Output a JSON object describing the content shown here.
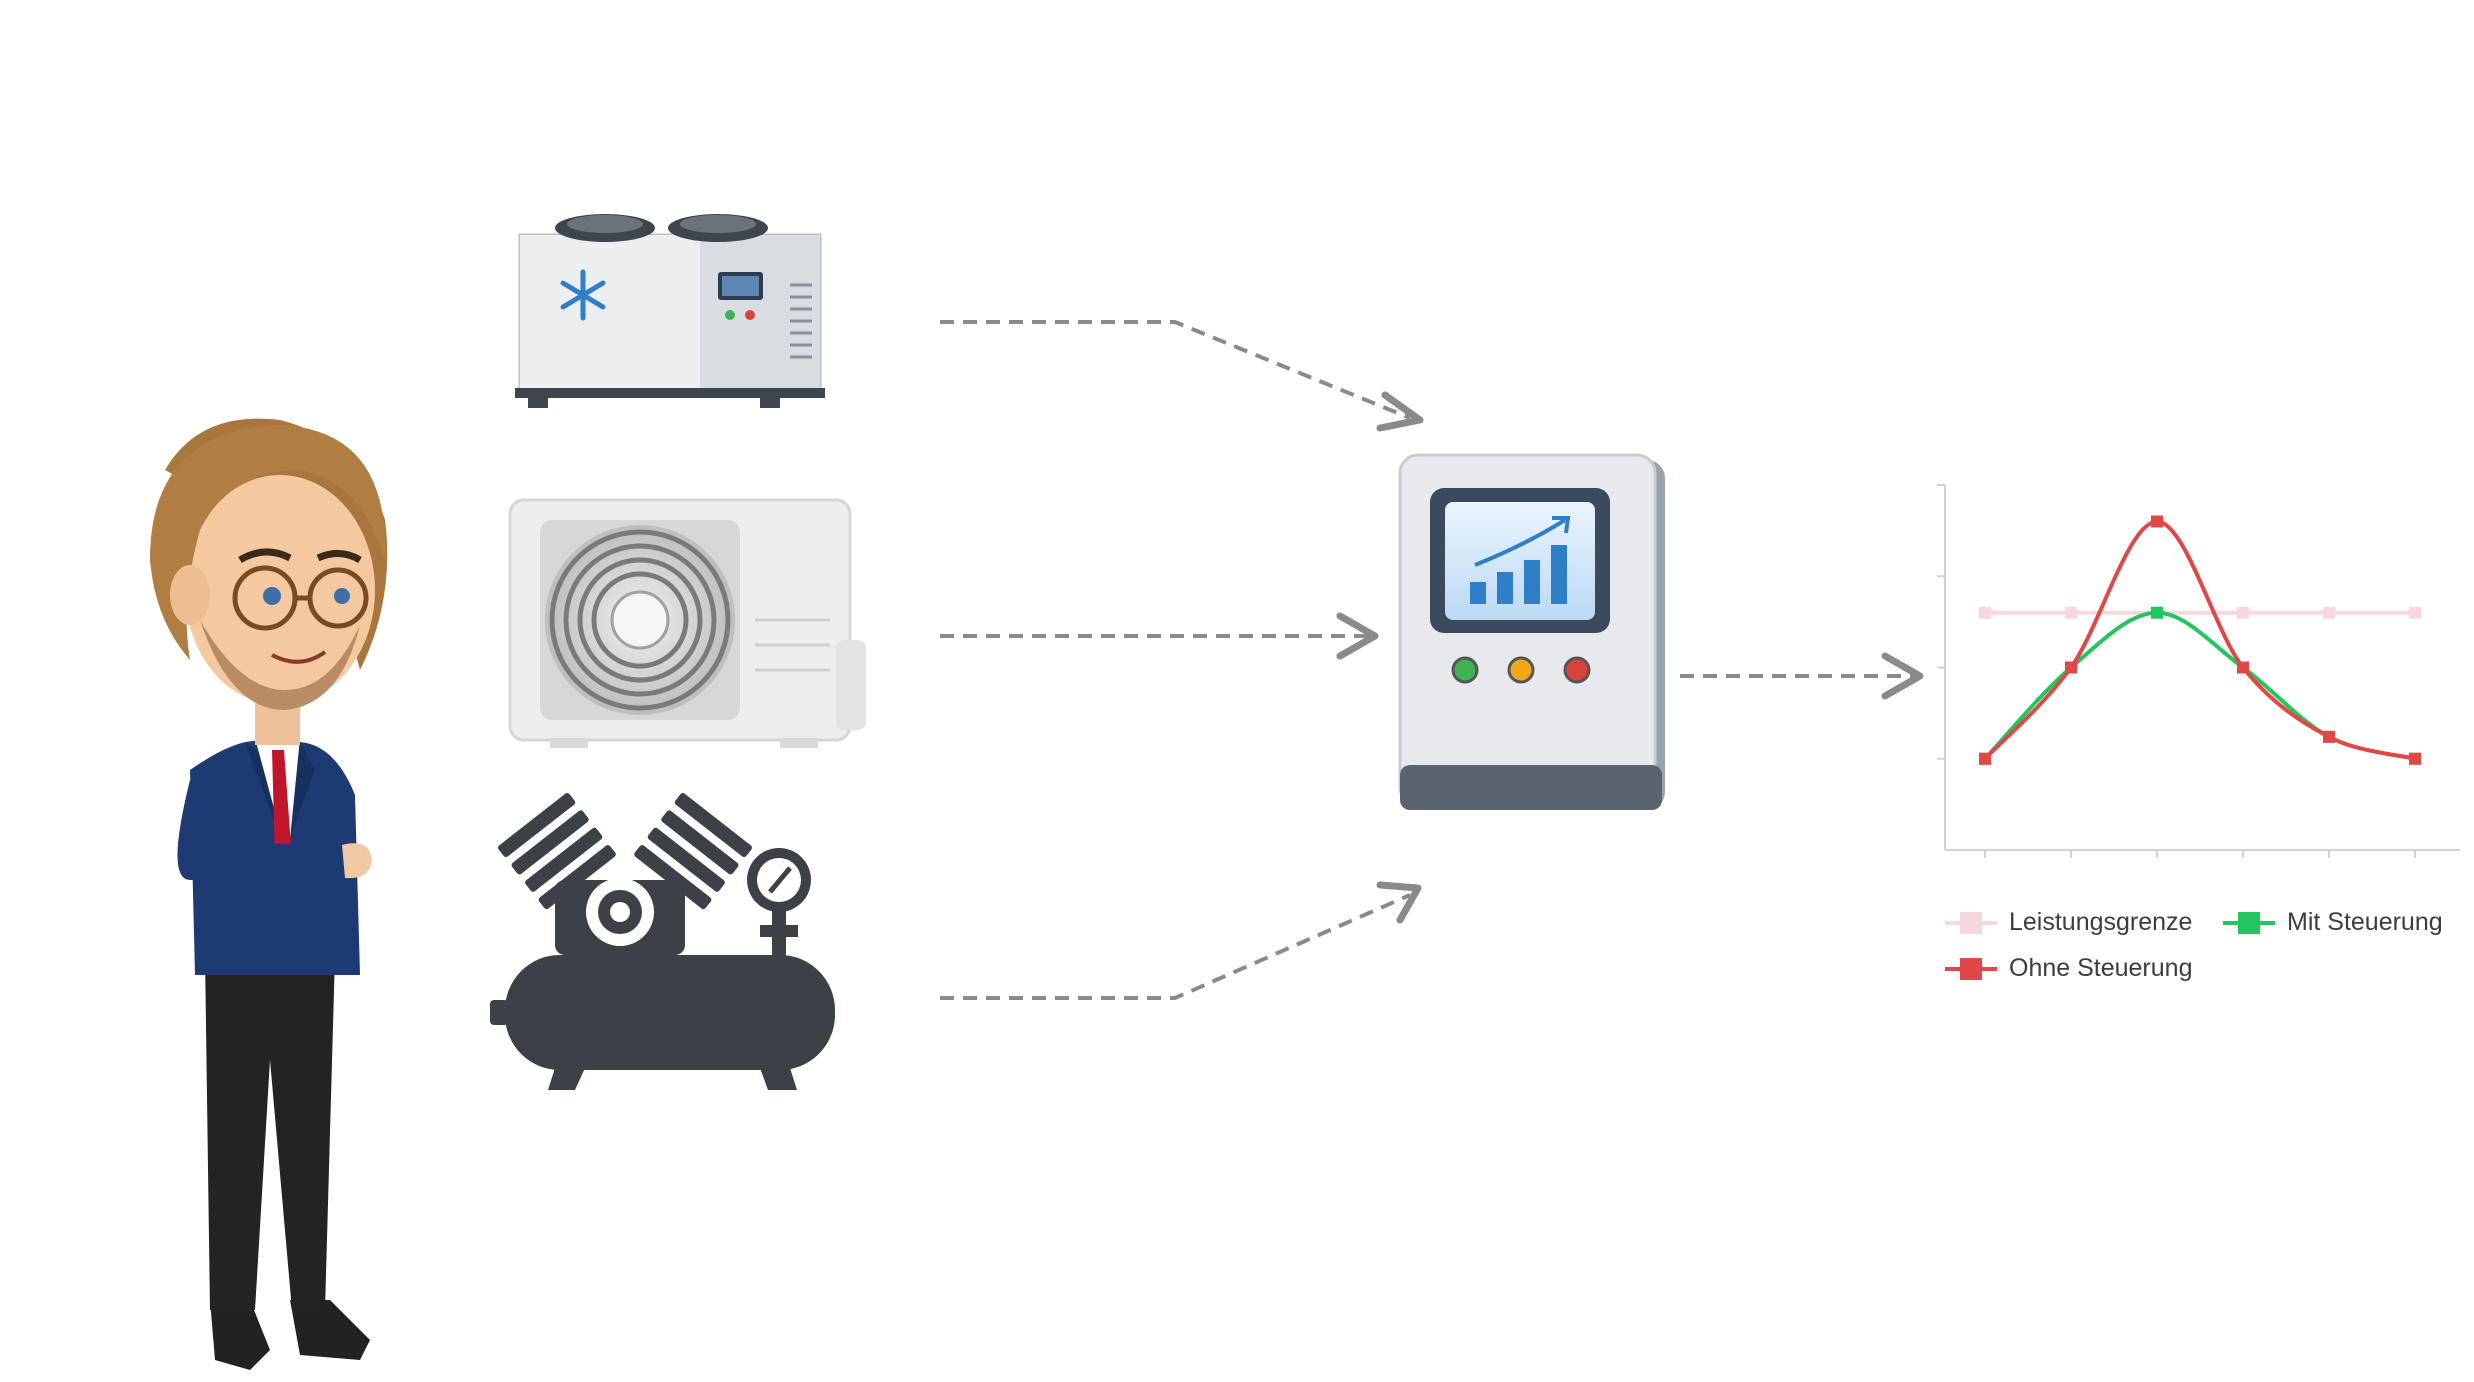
{
  "colors": {
    "arrow": "#8a8a8a",
    "limit": "#f7d6de",
    "with_control": "#22c55e",
    "without_control": "#e04848",
    "axis": "#d0d0d0"
  },
  "icons": [
    "presenter-character",
    "refrigeration-unit",
    "air-conditioner-outdoor-unit",
    "air-compressor",
    "energy-controller-box"
  ],
  "legend": [
    {
      "key": "limit",
      "label": "Leistungsgrenze"
    },
    {
      "key": "with_control",
      "label": "Mit Steuerung"
    },
    {
      "key": "without_control",
      "label": "Ohne Steuerung"
    }
  ],
  "chart_data": {
    "type": "line",
    "x": [
      1,
      2,
      3,
      4,
      5,
      6
    ],
    "ylim": [
      0,
      100
    ],
    "grid": false,
    "legend_placement": "bottom",
    "series": [
      {
        "name": "Leistungsgrenze",
        "color": "#f7d6de",
        "smooth": false,
        "values": [
          65,
          65,
          65,
          65,
          65,
          65
        ]
      },
      {
        "name": "Mit Steuerung",
        "color": "#22c55e",
        "smooth": true,
        "values": [
          25,
          50,
          65,
          50,
          31,
          25
        ]
      },
      {
        "name": "Ohne Steuerung",
        "color": "#e04848",
        "smooth": true,
        "values": [
          25,
          50,
          90,
          50,
          31,
          25
        ]
      }
    ]
  }
}
